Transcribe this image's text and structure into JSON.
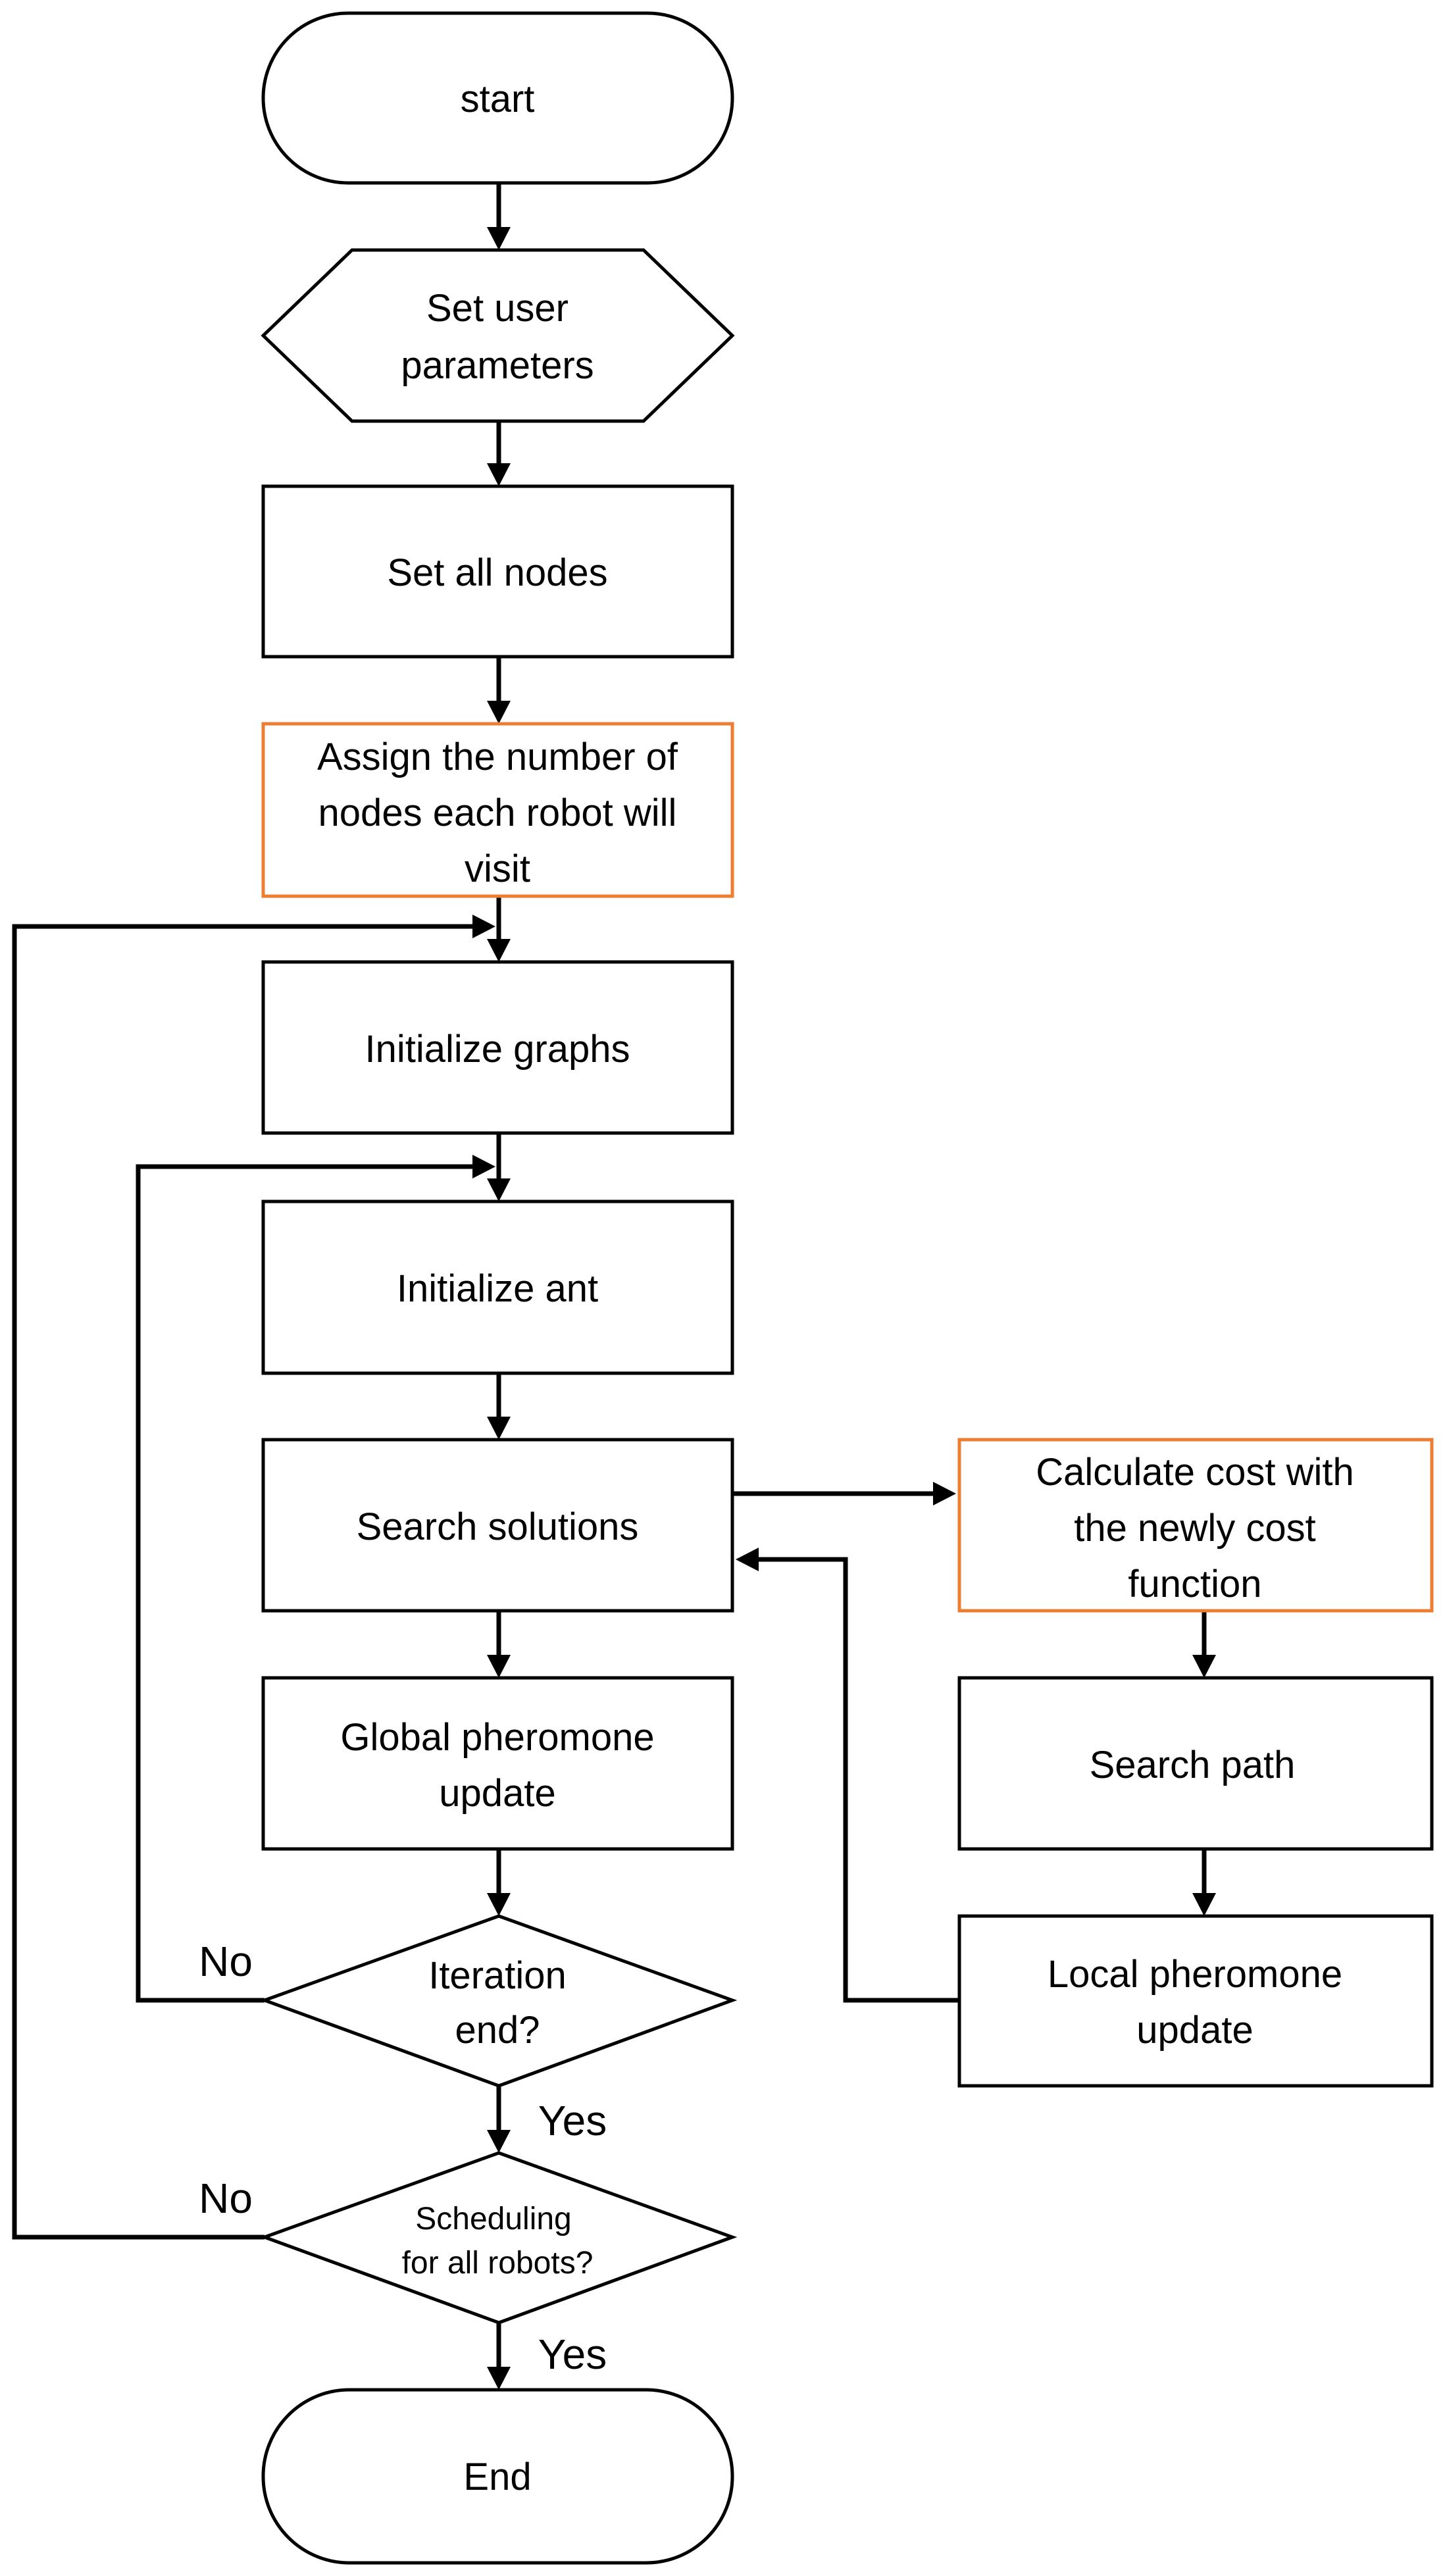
{
  "nodes": {
    "start": "start",
    "set_user_parameters": [
      "Set user",
      "parameters"
    ],
    "set_all_nodes": "Set all nodes",
    "assign_nodes": [
      "Assign the number of",
      "nodes each robot will",
      "visit"
    ],
    "initialize_graphs": "Initialize graphs",
    "initialize_ant": "Initialize ant",
    "search_solutions": "Search solutions",
    "calculate_cost": [
      "Calculate cost with",
      "the newly cost",
      "function"
    ],
    "search_path": "Search path",
    "global_pheromone_update": [
      "Global pheromone",
      "update"
    ],
    "local_pheromone_update": [
      "Local pheromone",
      "update"
    ],
    "iteration_end": [
      "Iteration",
      "end?"
    ],
    "scheduling_all_robots": [
      "Scheduling",
      "for all robots?"
    ],
    "end": "End"
  },
  "edge_labels": {
    "iteration_no": "No",
    "iteration_yes": "Yes",
    "scheduling_no": "No",
    "scheduling_yes": "Yes"
  },
  "colors": {
    "stroke": "#000000",
    "highlight": "#ED7D31"
  }
}
